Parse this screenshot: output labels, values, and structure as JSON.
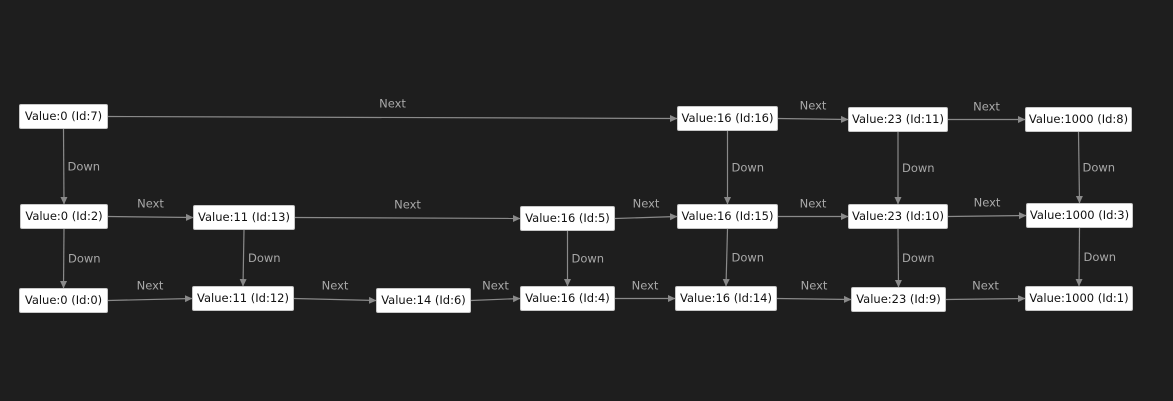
{
  "colors": {
    "background": "#1e1e1e",
    "node_fill": "#ffffff",
    "node_text": "#111111",
    "edge": "#8a8a8a",
    "edge_label": "#a8a8a8"
  },
  "nodes": {
    "n7": "Value:0 (Id:7)",
    "n16": "Value:16 (Id:16)",
    "n11": "Value:23 (Id:11)",
    "n8": "Value:1000 (Id:8)",
    "n2": "Value:0 (Id:2)",
    "n13": "Value:11 (Id:13)",
    "n5": "Value:16 (Id:5)",
    "n15": "Value:16 (Id:15)",
    "n10": "Value:23 (Id:10)",
    "n3": "Value:1000 (Id:3)",
    "n0": "Value:0 (Id:0)",
    "n12": "Value:11 (Id:12)",
    "n6": "Value:14 (Id:6)",
    "n4": "Value:16 (Id:4)",
    "n14": "Value:16 (Id:14)",
    "n9": "Value:23 (Id:9)",
    "n1": "Value:1000 (Id:1)"
  },
  "edges": [
    {
      "from": "n7",
      "to": "n16",
      "label": "Next"
    },
    {
      "from": "n16",
      "to": "n11",
      "label": "Next"
    },
    {
      "from": "n11",
      "to": "n8",
      "label": "Next"
    },
    {
      "from": "n7",
      "to": "n2",
      "label": "Down"
    },
    {
      "from": "n16",
      "to": "n15",
      "label": "Down"
    },
    {
      "from": "n11",
      "to": "n10",
      "label": "Down"
    },
    {
      "from": "n8",
      "to": "n3",
      "label": "Down"
    },
    {
      "from": "n2",
      "to": "n13",
      "label": "Next"
    },
    {
      "from": "n13",
      "to": "n5",
      "label": "Next"
    },
    {
      "from": "n5",
      "to": "n15",
      "label": "Next"
    },
    {
      "from": "n15",
      "to": "n10",
      "label": "Next"
    },
    {
      "from": "n10",
      "to": "n3",
      "label": "Next"
    },
    {
      "from": "n2",
      "to": "n0",
      "label": "Down"
    },
    {
      "from": "n13",
      "to": "n12",
      "label": "Down"
    },
    {
      "from": "n5",
      "to": "n4",
      "label": "Down"
    },
    {
      "from": "n15",
      "to": "n14",
      "label": "Down"
    },
    {
      "from": "n10",
      "to": "n9",
      "label": "Down"
    },
    {
      "from": "n3",
      "to": "n1",
      "label": "Down"
    },
    {
      "from": "n0",
      "to": "n12",
      "label": "Next"
    },
    {
      "from": "n12",
      "to": "n6",
      "label": "Next"
    },
    {
      "from": "n6",
      "to": "n4",
      "label": "Next"
    },
    {
      "from": "n4",
      "to": "n14",
      "label": "Next"
    },
    {
      "from": "n14",
      "to": "n9",
      "label": "Next"
    },
    {
      "from": "n9",
      "to": "n1",
      "label": "Next"
    }
  ]
}
